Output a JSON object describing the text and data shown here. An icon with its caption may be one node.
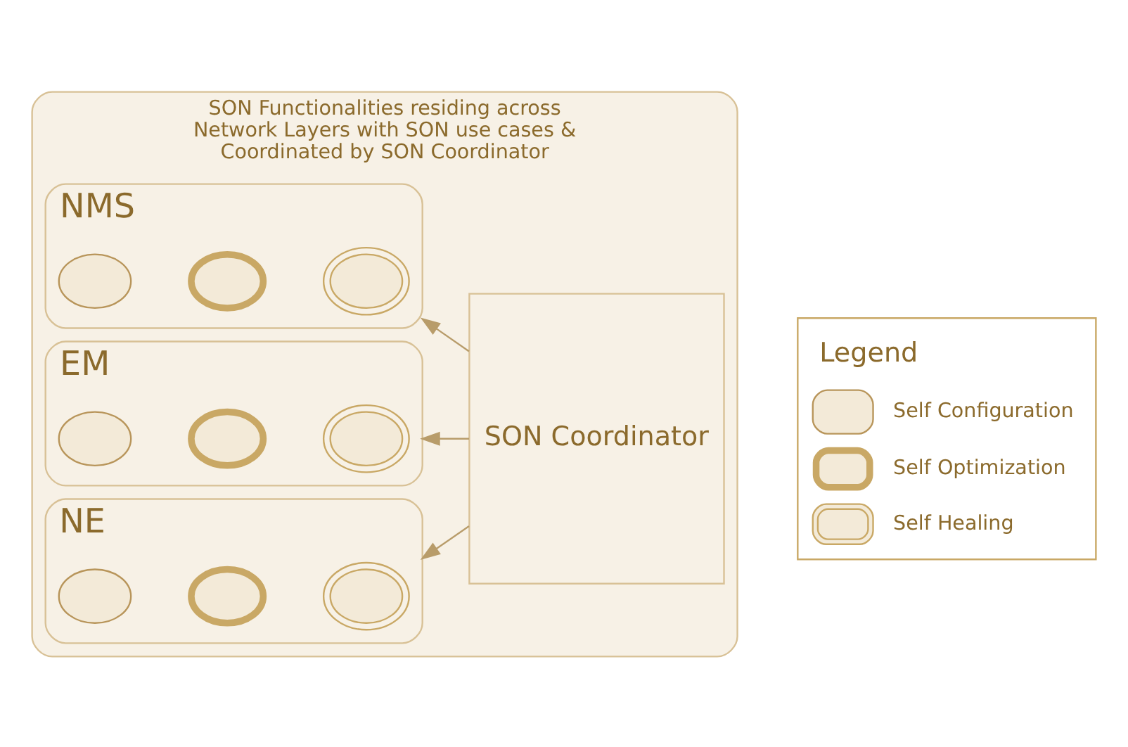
{
  "diagram": {
    "nodes": [
      {
        "text": [
          "SON Functionalities residing across Network Layers with SON use cases & Coordinated by SON Coordinator"
        ]
      },
      {
        "text": [
          "NMS"
        ],
        "in": 0
      },
      {
        "text": [],
        "shape": "ellipse",
        "in": 1
      },
      {
        "text": [],
        "shape": "ellipse",
        "in": 1
      },
      {
        "text": [],
        "shape": "ellipse",
        "in": 1
      },
      {
        "text": [
          "EM"
        ],
        "in": 0
      },
      {
        "text": [],
        "shape": "ellipse",
        "in": 5
      },
      {
        "text": [],
        "shape": "ellipse",
        "in": 5
      },
      {
        "text": [],
        "shape": "ellipse",
        "in": 5
      },
      {
        "text": [
          "NE"
        ],
        "in": 0
      },
      {
        "text": [],
        "shape": "ellipse",
        "in": 9
      },
      {
        "text": [],
        "shape": "ellipse",
        "in": 9
      },
      {
        "text": [],
        "shape": "ellipse",
        "in": 9
      },
      {
        "text": [
          "SON Coordinator"
        ],
        "in": 0
      }
    ],
    "edges": [
      {
        "from": 13,
        "to": 1,
        "arrow": "to"
      },
      {
        "from": 13,
        "to": 5,
        "arrow": "to"
      },
      {
        "from": 13,
        "to": 9,
        "arrow": "to"
      }
    ],
    "labels": [
      "Legend"
    ],
    "legend": [
      {
        "text": "Self Configuration"
      },
      {
        "text": "Self Optimization"
      },
      {
        "text": "Self Healing"
      }
    ]
  }
}
